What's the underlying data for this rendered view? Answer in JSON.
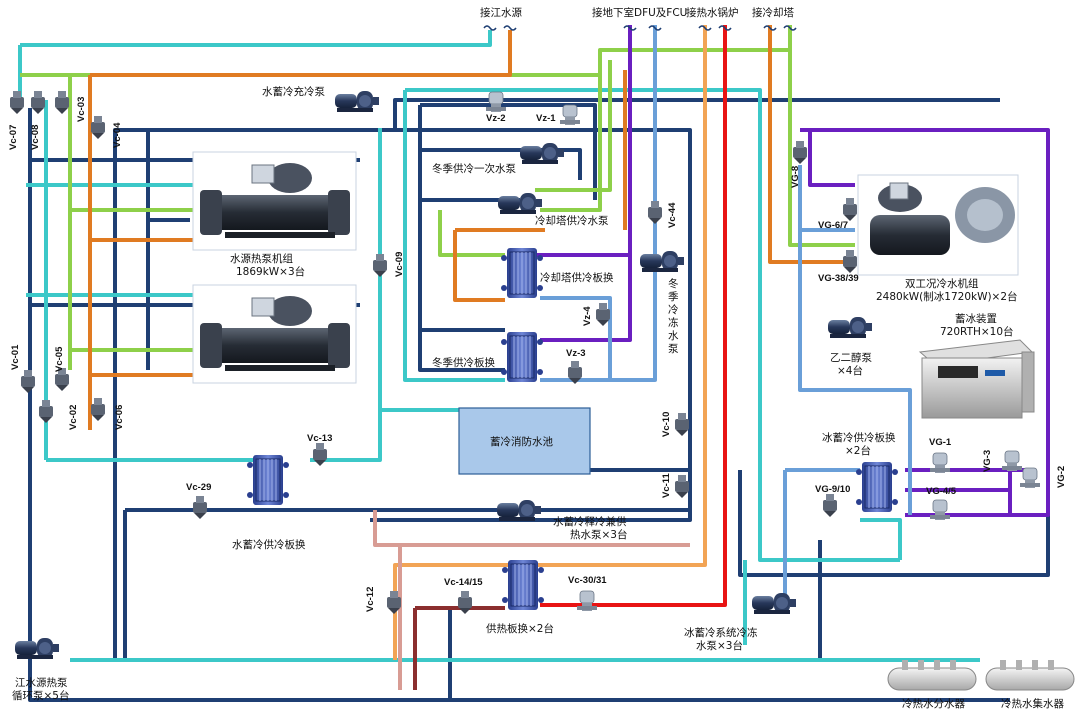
{
  "sources": {
    "river": "接江水源",
    "basement": "接地下室DFU及FCU",
    "boiler": "接热水锅炉",
    "tower": "接冷却塔"
  },
  "equipment": {
    "heat_pump_name": "水源热泵机组",
    "heat_pump_spec": "1869kW×3台",
    "chiller_name": "双工况冷水机组",
    "chiller_spec": "2480kW(制冰1720kW)×2台",
    "ice_storage_name": "蓄冰装置",
    "ice_storage_spec": "720RTH×10台",
    "glycol_pump_name": "乙二醇泵",
    "glycol_pump_spec": "×4台",
    "tank": "蓄冷消防水池",
    "charge_pump": "水蓄冷充冷泵",
    "winter_primary_pump": "冬季供冷一次水泵",
    "tower_cool_pump": "冷却塔供冷水泵",
    "tower_hx": "冷却塔供冷板换",
    "winter_hx": "冬季供冷板换",
    "winter_chw_pump": "冬季冷冻水泵",
    "water_storage_hx": "水蓄冷供冷板换",
    "release_pump_l1": "水蓄冷释冷兼供",
    "release_pump_l2": "热水泵×3台",
    "ice_hx_l1": "冰蓄冷供冷板换",
    "ice_hx_l2": "×2台",
    "heating_hx": "供热板换×2台",
    "ice_pump_l1": "冰蓄冷系统冷冻",
    "ice_pump_l2": "水泵×3台",
    "river_pump_l1": "江水源热泵",
    "river_pump_l2": "循环泵×5台",
    "distributor": "冷热水分水器",
    "collector": "冷热水集水器"
  },
  "valves": {
    "vc07": "Vc-07",
    "vc08": "Vc-08",
    "vc03": "Vc-03",
    "vc04": "Vc-04",
    "vc01": "Vc-01",
    "vc05": "Vc-05",
    "vc02": "Vc-02",
    "vc06": "Vc-06",
    "vc09": "Vc-09",
    "vc13": "Vc-13",
    "vc29": "Vc-29",
    "vc12": "Vc-12",
    "vc1415": "Vc-14/15",
    "vc3031": "Vc-30/31",
    "vc10": "Vc-10",
    "vc11": "Vc-11",
    "vc44": "Vc-44",
    "vz1": "Vz-1",
    "vz2": "Vz-2",
    "vz3": "Vz-3",
    "vz4": "Vz-4",
    "vg8": "VG-8",
    "vg67": "VG-6/7",
    "vg3839": "VG-38/39",
    "vg1": "VG-1",
    "vg45": "VG-4/5",
    "vg3": "VG-3",
    "vg2": "VG-2",
    "vg910": "VG-9/10"
  },
  "colors": {
    "dark_blue": "#1f3f73",
    "cyan": "#3cc8c8",
    "green": "#8ed04a",
    "orange": "#e07b22",
    "purple": "#6a1fc0",
    "light_blue": "#6a9fd8",
    "light_orange": "#f2a455",
    "red": "#e81414",
    "pink": "#d89c94",
    "dark_red": "#8b2e2e",
    "tank_fill": "#a9c8ea"
  }
}
